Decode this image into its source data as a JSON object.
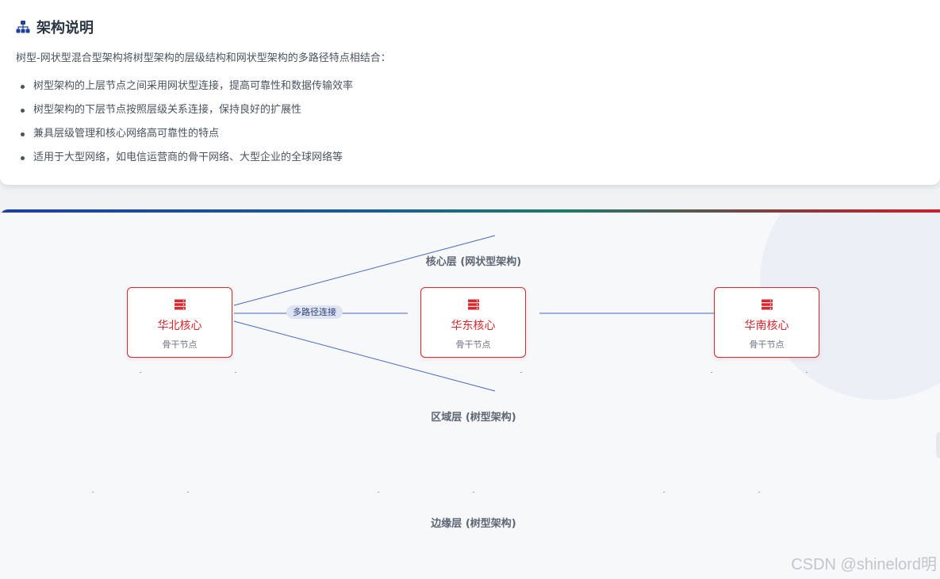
{
  "explanation": {
    "title": "架构说明",
    "title_icon": "sitemap-icon",
    "intro": "树型-网状型混合型架构将树型架构的层级结构和网状型架构的多路径特点相结合：",
    "points": [
      "树型架构的上层节点之间采用网状型连接，提高可靠性和数据传输效率",
      "树型架构的下层节点按照层级关系连接，保持良好的扩展性",
      "兼具层级管理和核心网络高可靠性的特点",
      "适用于大型网络，如电信运营商的骨干网络、大型企业的全球网络等"
    ]
  },
  "diagram": {
    "layers": {
      "core": "核心层 (网状型架构)",
      "region": "区域层 (树型架构)",
      "edge": "边缘层 (树型架构)"
    },
    "link_badge": "多路径连接",
    "nodes": [
      {
        "name": "华北核心",
        "role": "骨干节点",
        "icon": "server-icon"
      },
      {
        "name": "华东核心",
        "role": "骨干节点",
        "icon": "server-icon"
      },
      {
        "name": "华南核心",
        "role": "骨干节点",
        "icon": "server-icon"
      }
    ],
    "colors": {
      "node_accent": "#d8272f",
      "link": "#4a67c0",
      "title_icon": "#1f3f9f"
    }
  },
  "watermark": "CSDN @shinelord明"
}
